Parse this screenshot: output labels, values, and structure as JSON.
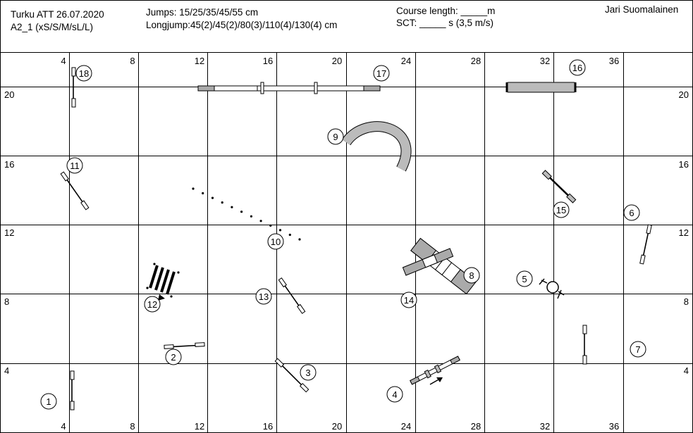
{
  "header": {
    "event_title": "Turku ATT 26.07.2020",
    "course_class": "A2_1 (xS/S/M/sL/L)",
    "jumps": "Jumps: 15/25/35/45/55 cm",
    "longjump": "Longjump:45(2)/45(2)/80(3)/110(4)/130(4) cm",
    "course_length": "Course length: _____m",
    "sct": "SCT: _____ s (3,5 m/s)",
    "judge": "Jari Suomalainen"
  },
  "grid": {
    "x_labels": [
      "4",
      "8",
      "12",
      "16",
      "20",
      "24",
      "28",
      "32",
      "36"
    ],
    "y_labels": [
      "20",
      "16",
      "12",
      "8",
      "4"
    ]
  },
  "obstacles": {
    "numbers": [
      "1",
      "2",
      "3",
      "4",
      "5",
      "6",
      "7",
      "8",
      "9",
      "10",
      "11",
      "12",
      "13",
      "14",
      "15",
      "16",
      "17",
      "18"
    ]
  }
}
